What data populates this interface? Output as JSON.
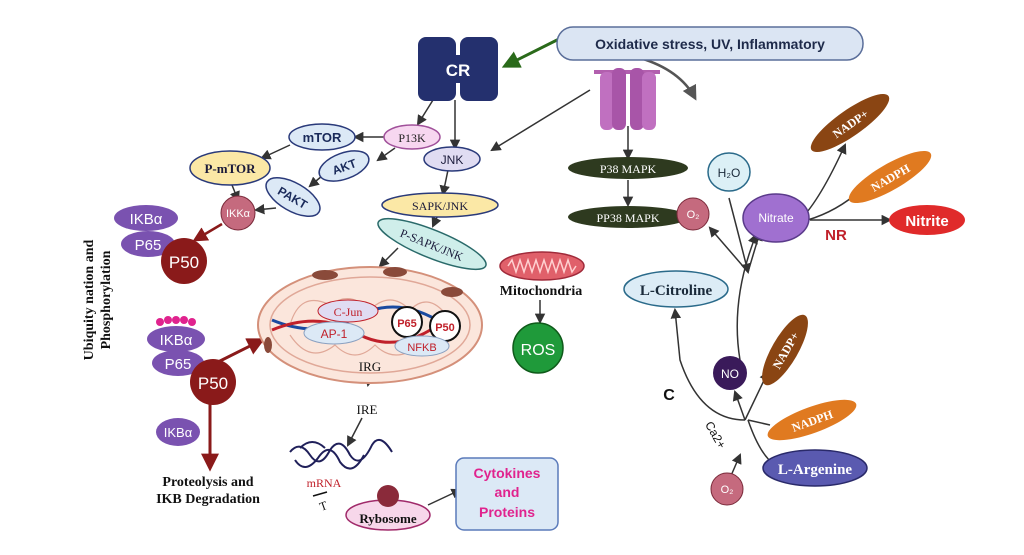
{
  "nodes": {
    "stress": "Oxidative stress, UV, Inflammatory",
    "cr": "CR",
    "pi3k": "P13K",
    "mtor": "mTOR",
    "pmtor": "P-mTOR",
    "akt": "AKT",
    "pakt": "PAKT",
    "ikka": "IKKα",
    "jnk": "JNK",
    "sapk": "SAPK/JNK",
    "psapk": "P-SAPK/JNK",
    "p38": "P38 MAPK",
    "pp38": "PP38 MAPK",
    "ikba_top": "IKBα",
    "p65_top": "P65",
    "p50_top": "P50",
    "ikba_mid": "IKBα",
    "p65_mid": "P65",
    "p50_mid": "P50",
    "ikba_free": "IKBα",
    "cjun": "C-Jun",
    "ap1": "AP-1",
    "p65_nuc": "P65",
    "p50_nuc": "P50",
    "nfkb": "NFKB",
    "mito": "Mitochondria",
    "ros": "ROS",
    "irg": "IRG",
    "ire": "IRE",
    "mrna": "mRNA",
    "t": "T",
    "ribosome": "Rybosome",
    "cytokines_1": "Cytokines",
    "cytokines_2": "and",
    "cytokines_3": "Proteins",
    "h2o": "H₂O",
    "o2_top": "O₂",
    "nitrate": "Nitrate",
    "nadp_top": "NADP+",
    "nadph_top": "NADPH",
    "nr": "NR",
    "nitrite": "Nitrite",
    "lcitroline": "L-Citroline",
    "no": "NO",
    "nadp_bot": "NADP+",
    "nadph_bot": "NADPH",
    "c": "C",
    "ca2": "Ca2+",
    "larginine": "L-Argenine",
    "o2_bot": "O₂"
  },
  "side_label": {
    "line1": "Ubiquity nation and",
    "line2": "Phosphorylation"
  },
  "proteolysis": {
    "line1": "Proteolysis and",
    "line2": "IKB Degradation"
  },
  "colors": {
    "cr": "#24306e",
    "purple": "#7a52b0",
    "darkred": "#8a1a1a",
    "brown": "#8a4513",
    "orange": "#e07a20",
    "green": "#1f9a3a",
    "red": "#e02a2a",
    "lightblue": "#dce9f6",
    "yellow": "#fbe8a6",
    "darkolive": "#2e3a1f"
  }
}
